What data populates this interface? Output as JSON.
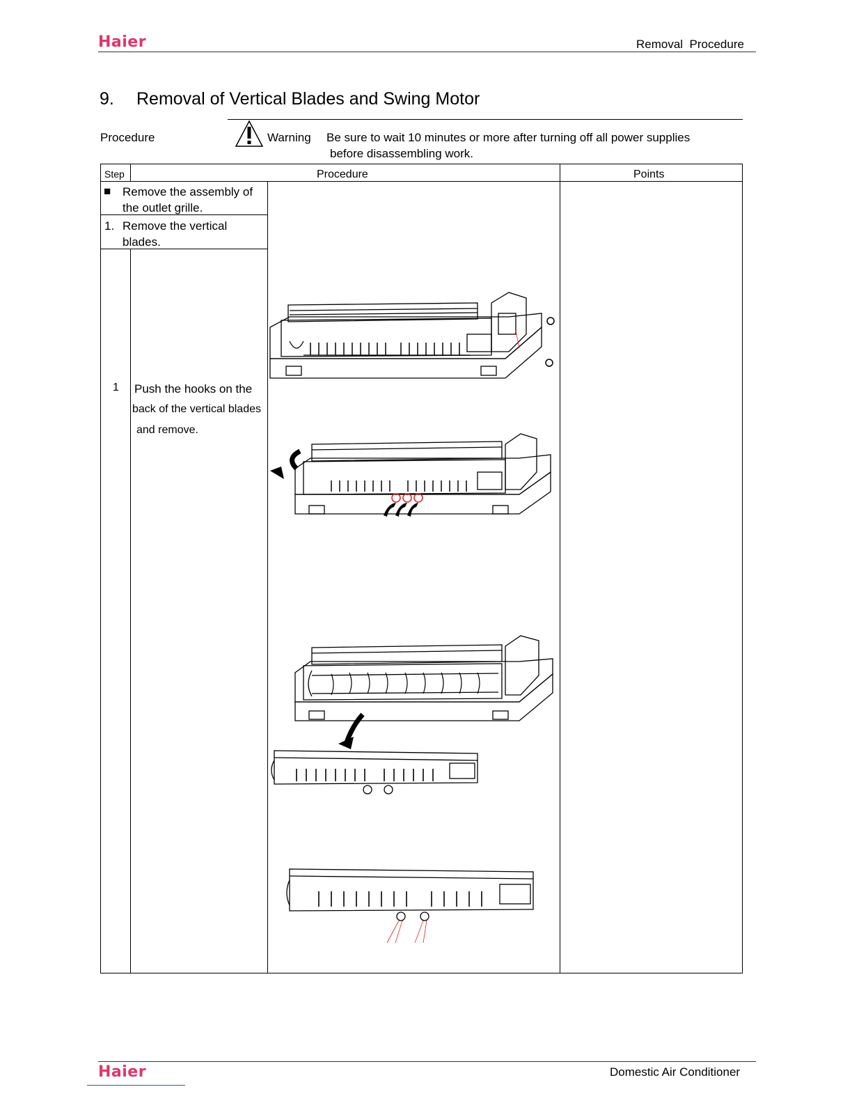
{
  "header": {
    "logo": "Haier",
    "section": "Removal  Procedure"
  },
  "title": {
    "number": "9.",
    "text": "Removal of Vertical Blades and Swing Motor"
  },
  "procedure_label": "Procedure",
  "warning": {
    "label": "Warning",
    "line1": "Be sure to wait 10 minutes or more after turning off all power supplies",
    "line2": "before disassembling work."
  },
  "table": {
    "headers": {
      "step": "Step",
      "procedure": "Procedure",
      "points": "Points"
    },
    "rows": [
      {
        "bullet": "■",
        "line1": "Remove the assembly of",
        "line2": "the outlet grille."
      },
      {
        "bullet": "1.",
        "line1": "Remove the vertical",
        "line2": "blades."
      }
    ],
    "step1": {
      "number": "1",
      "line1": "Push the hooks on the",
      "line2": "back of the vertical blades",
      "line3": "and remove."
    }
  },
  "footer": {
    "logo": "Haier",
    "text": "Domestic Air Conditioner"
  },
  "colors": {
    "brand": "#e0366a",
    "highlight": "#e02020"
  }
}
